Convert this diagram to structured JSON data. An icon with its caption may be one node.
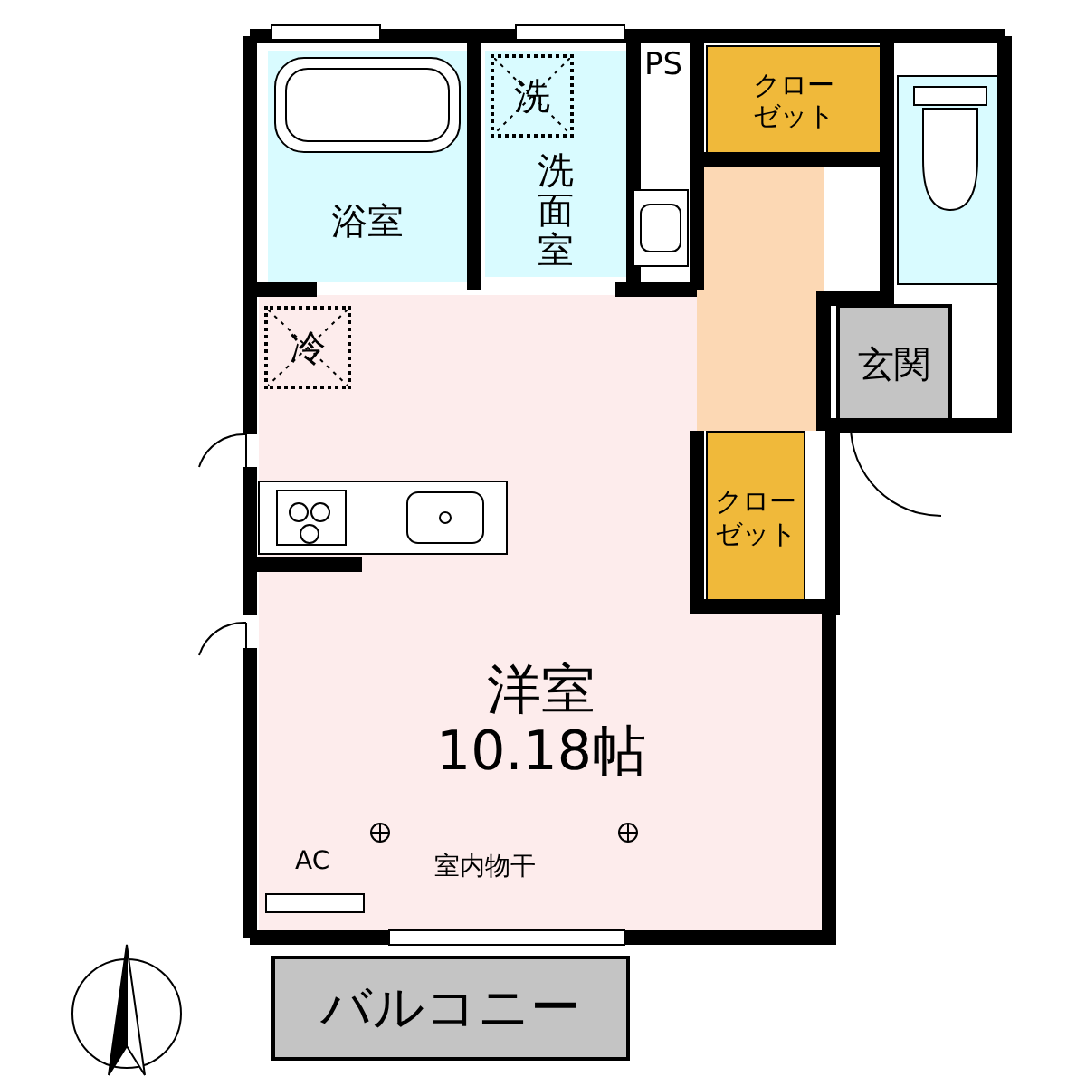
{
  "diagram": {
    "nodes": [
      {
        "text": [
          "浴室"
        ]
      },
      {
        "text": [
          "洗面室"
        ]
      },
      {
        "text": [
          "洗"
        ],
        "in": 1
      },
      {
        "text": [
          "クローゼット"
        ]
      },
      {
        "text": [
          "玄関"
        ]
      },
      {
        "text": [
          "クローゼット"
        ]
      },
      {
        "text": [
          "洋室",
          "10.18帖"
        ]
      },
      {
        "text": [
          "冷"
        ],
        "in": 6
      },
      {
        "text": [
          "バルコニー"
        ]
      }
    ],
    "labels": [
      "PS",
      "AC",
      "室内物干"
    ]
  }
}
